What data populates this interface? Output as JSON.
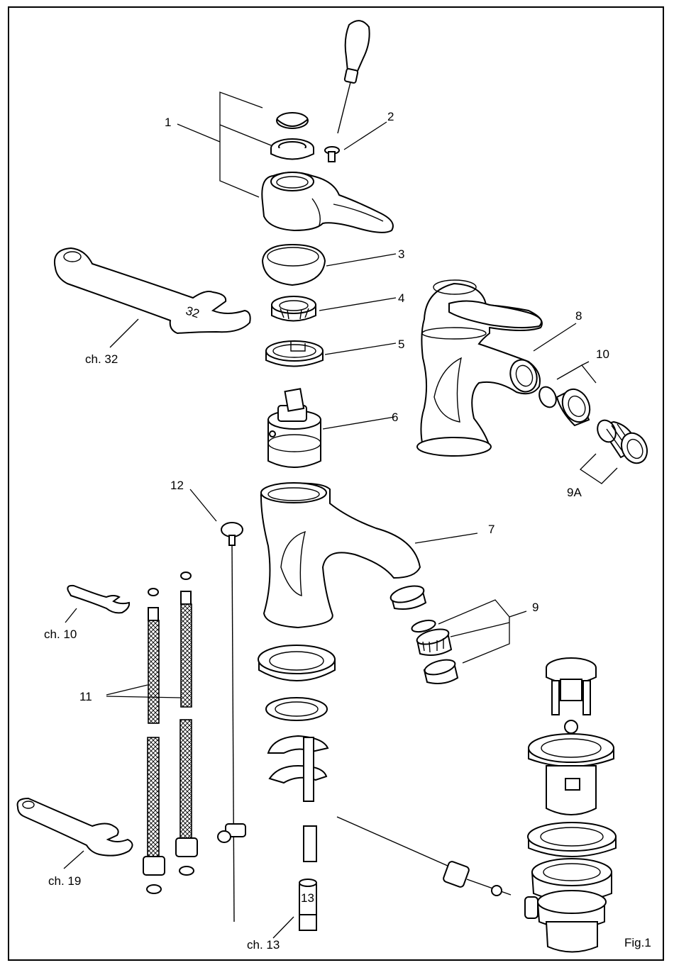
{
  "figure": "Fig.1",
  "labels": {
    "p1": "1",
    "p2": "2",
    "p3": "3",
    "p4": "4",
    "p5": "5",
    "p6": "6",
    "p7": "7",
    "p8": "8",
    "p9": "9",
    "p9a": "9A",
    "p10": "10",
    "p11": "11",
    "p12": "12"
  },
  "tools": {
    "ch32": "ch. 32",
    "ch10": "ch. 10",
    "ch19": "ch. 19",
    "ch13": "ch. 13",
    "wrench_mark": "32",
    "socket_mark": "13"
  }
}
